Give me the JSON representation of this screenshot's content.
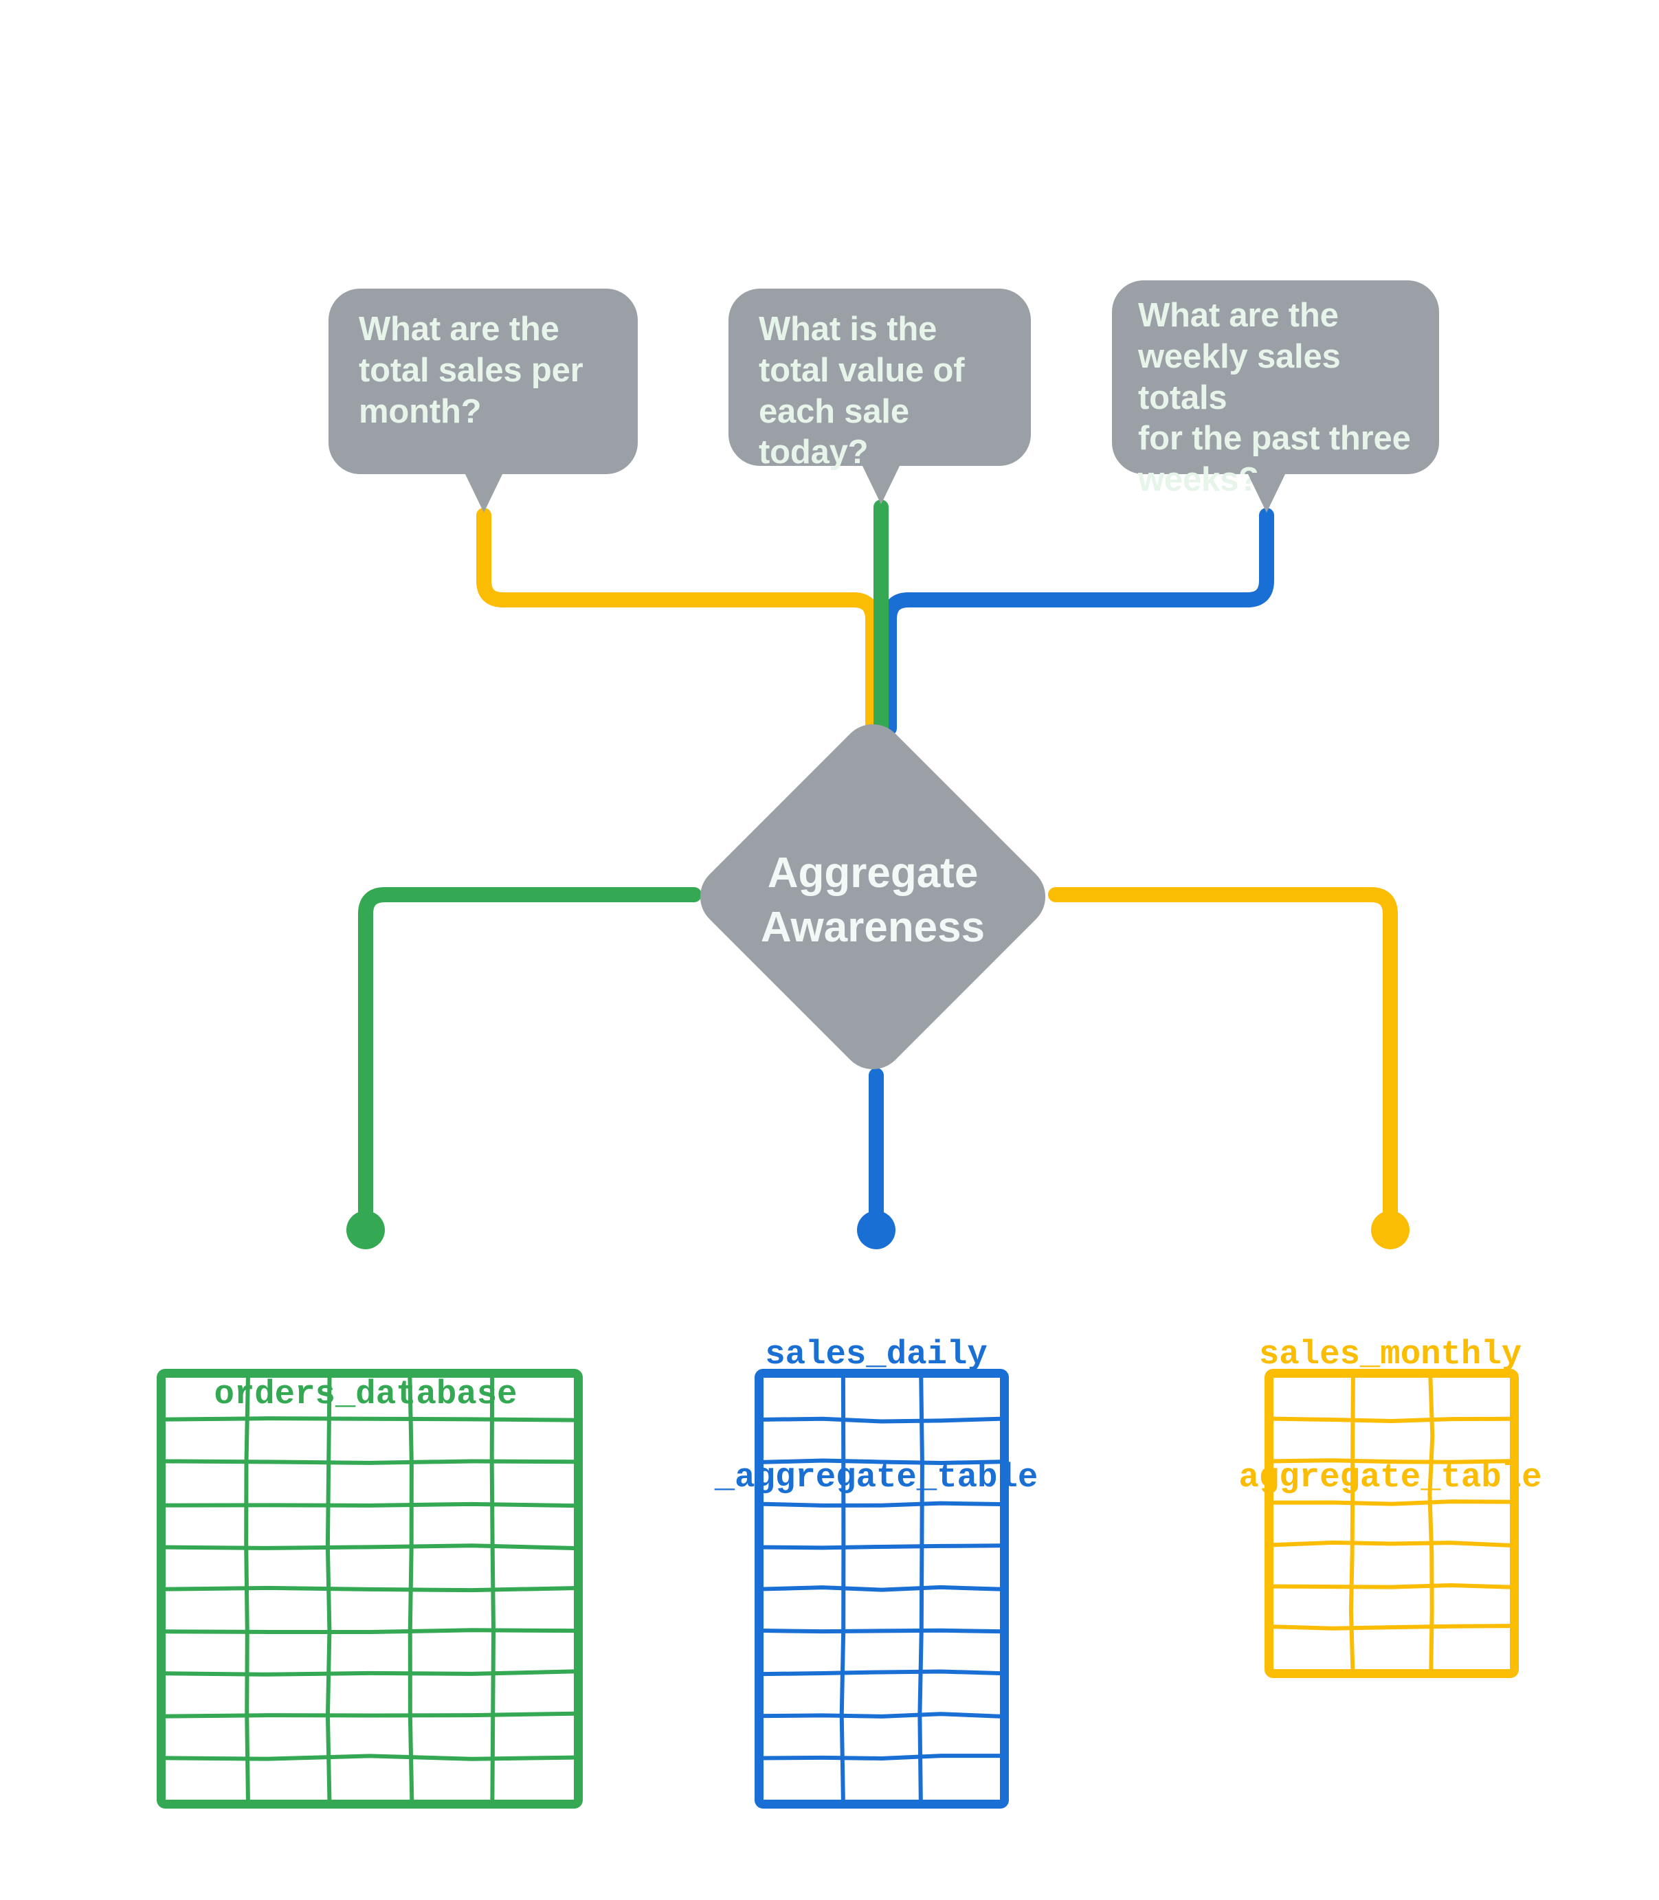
{
  "theme": {
    "grey": "#9AA0A6",
    "bubble_text": "#E6F4EA",
    "green": "#34A853",
    "blue": "#1A6FD4",
    "yellow": "#FBBC04",
    "background": "#FFFFFF"
  },
  "questions": [
    {
      "id": "q-monthly",
      "line1": "What are the",
      "line2": "total sales per",
      "line3": "month?",
      "color": "#FBBC04"
    },
    {
      "id": "q-daily",
      "line1": "What is the",
      "line2": "total value of",
      "line3": "each sale today?",
      "color": "#34A853"
    },
    {
      "id": "q-weekly",
      "line1": "What are the",
      "line2": "weekly sales totals",
      "line3": "for the past three",
      "line4": "weeks?",
      "color": "#1A6FD4"
    }
  ],
  "center": {
    "line1": "Aggregate",
    "line2": "Awareness"
  },
  "tables": [
    {
      "id": "orders-database",
      "label_line1": "orders_database",
      "label_line2": "",
      "color": "#34A853",
      "columns": 5,
      "rows": 10
    },
    {
      "id": "sales-daily-aggregate-table",
      "label_line1": "sales_daily",
      "label_line2": "_aggregate_table",
      "color": "#1A6FD4",
      "columns": 3,
      "rows": 10
    },
    {
      "id": "sales-monthly-aggregate-table",
      "label_line1": "sales_monthly",
      "label_line2": "aggregate_table",
      "color": "#FBBC04",
      "columns": 3,
      "rows": 7
    }
  ]
}
